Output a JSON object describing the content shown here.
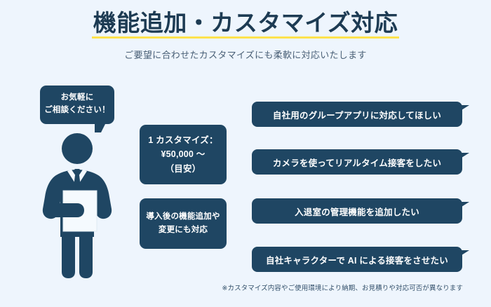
{
  "header": {
    "title": "機能追加・カスタマイズ対応",
    "subtitle": "ご要望に合わせたカスタマイズにも柔軟に対応いたします",
    "underline_color": "#ffe24d"
  },
  "bubble": {
    "line1": "お気軽に",
    "line2": "ご相談ください！"
  },
  "person": {
    "label": "business-person-with-clipboard",
    "body_color": "#1f4663",
    "shirt_color": "#f3f8fd"
  },
  "info_boxes": [
    {
      "id": "box-price",
      "lines": [
        "1 カスタマイズ：",
        "¥50,000 〜",
        "（目安）"
      ]
    },
    {
      "id": "box-after",
      "lines": [
        "導入後の機能追加や",
        "変更にも対応"
      ]
    }
  ],
  "requests": [
    {
      "label": "自社用のグループアプリに対応してほしい"
    },
    {
      "label": "カメラを使ってリアルタイム接客をしたい"
    },
    {
      "label": "入退室の管理機能を追加したい"
    },
    {
      "label": "自社キャラクターで AI による接客をさせたい"
    }
  ],
  "footnote": "※カスタマイズ内容やご使用環境により納期、お見積りや対応可否が異なります",
  "colors": {
    "background": "#eef5fd",
    "navy": "#1f4663",
    "title": "#1d3b53",
    "accent_yellow": "#ffe24d"
  }
}
